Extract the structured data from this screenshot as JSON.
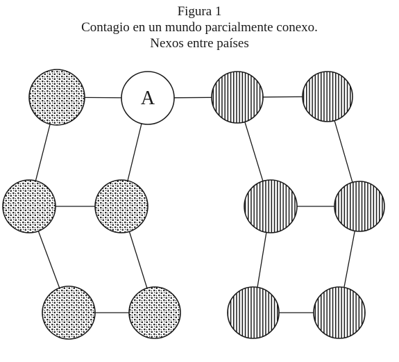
{
  "figure": {
    "label": "Figura 1",
    "title": "Contagio en un mundo parcialmente conexo.",
    "subtitle": "Nexos entre países"
  },
  "nodes": [
    {
      "id": "L1",
      "fill": "dotted",
      "label": ""
    },
    {
      "id": "A",
      "fill": "white",
      "label": "A"
    },
    {
      "id": "L2",
      "fill": "dotted",
      "label": ""
    },
    {
      "id": "L3",
      "fill": "dotted",
      "label": ""
    },
    {
      "id": "L4",
      "fill": "dotted",
      "label": ""
    },
    {
      "id": "L5",
      "fill": "dotted",
      "label": ""
    },
    {
      "id": "R1",
      "fill": "striped",
      "label": ""
    },
    {
      "id": "R2",
      "fill": "striped",
      "label": ""
    },
    {
      "id": "R3",
      "fill": "striped",
      "label": ""
    },
    {
      "id": "R4",
      "fill": "striped",
      "label": ""
    },
    {
      "id": "R5",
      "fill": "striped",
      "label": ""
    },
    {
      "id": "R6",
      "fill": "striped",
      "label": ""
    }
  ],
  "edges": [
    [
      "L1",
      "A"
    ],
    [
      "A",
      "R1"
    ],
    [
      "R1",
      "R2"
    ],
    [
      "L1",
      "L2"
    ],
    [
      "A",
      "L3"
    ],
    [
      "L2",
      "L3"
    ],
    [
      "L2",
      "L4"
    ],
    [
      "L3",
      "L5"
    ],
    [
      "L4",
      "L5"
    ],
    [
      "R1",
      "R3"
    ],
    [
      "R2",
      "R4"
    ],
    [
      "R3",
      "R4"
    ],
    [
      "R3",
      "R5"
    ],
    [
      "R4",
      "R6"
    ],
    [
      "R5",
      "R6"
    ]
  ],
  "colors": {
    "ink": "#1a1a1a",
    "paper": "#ffffff"
  }
}
